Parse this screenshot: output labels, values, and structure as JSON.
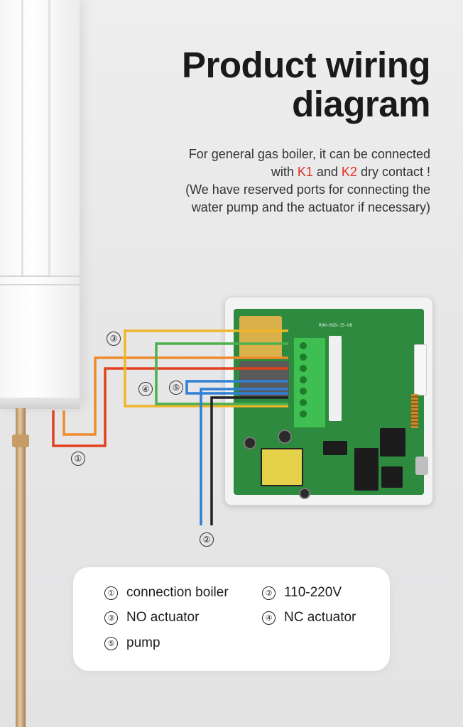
{
  "title_line1": "Product wiring",
  "title_line2": "diagram",
  "subtitle": {
    "line1": "For general gas boiler, it can be connected",
    "line2_pre": "with ",
    "k1": "K1",
    "line2_mid": " and ",
    "k2": "K2",
    "line2_post": " dry contact !",
    "line3": "(We have reserved ports for connecting the",
    "line4": "water pump and the actuator if necessary)"
  },
  "pcb_label": "R9H-01B-JS-V8",
  "diagram_markers": [
    "①",
    "②",
    "③",
    "④",
    "⑤"
  ],
  "wire_colors": {
    "boiler_red": "#e0421f",
    "boiler_orange": "#f08a2c",
    "actuator_no": "#f0b52a",
    "actuator_nc": "#4caf50",
    "pump_blue": "#2f7fd6",
    "power_black": "#222222"
  },
  "highlight_color": "#e23224",
  "legend": [
    {
      "num": "①",
      "label": "connection boiler"
    },
    {
      "num": "②",
      "label": "110-220V"
    },
    {
      "num": "③",
      "label": "NO actuator"
    },
    {
      "num": "④",
      "label": "NC actuator"
    },
    {
      "num": "⑤",
      "label": "pump"
    }
  ]
}
